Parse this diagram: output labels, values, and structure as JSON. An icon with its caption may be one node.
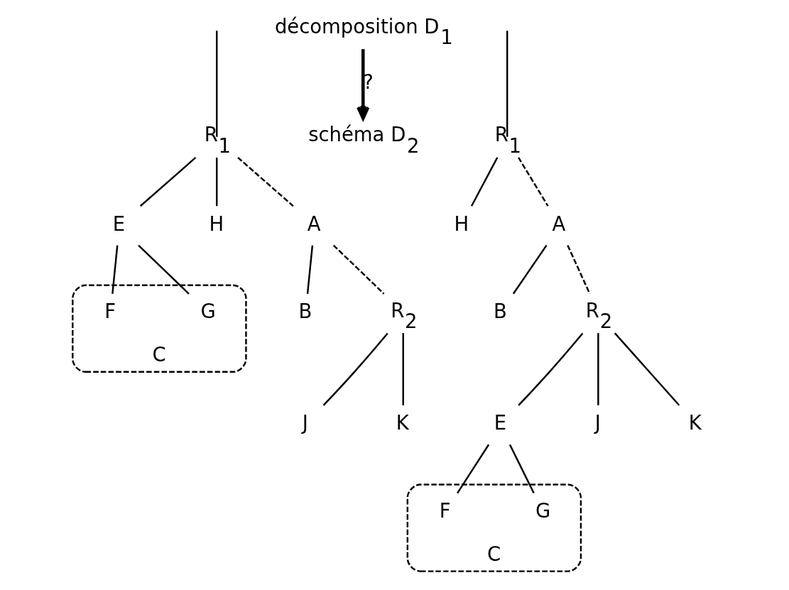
{
  "diagram": {
    "nodes": [
      {
        "text": [
          "R$_{1}$"
        ]
      },
      {
        "text": [
          "E"
        ]
      },
      {
        "text": [
          "H"
        ]
      },
      {
        "text": [
          "C"
        ]
      },
      {
        "text": [
          "F"
        ],
        "in": 3
      },
      {
        "text": [
          "G"
        ],
        "in": 3
      },
      {
        "text": [
          "A"
        ]
      },
      {
        "text": [
          "B"
        ]
      },
      {
        "text": [
          "R$_{2}$"
        ]
      },
      {
        "text": [
          "J"
        ]
      },
      {
        "text": [
          "K"
        ]
      },
      {
        "text": [
          "décomposition D$_{1}$"
        ]
      },
      {
        "text": [
          "R$_{1}$"
        ]
      },
      {
        "text": [
          "H"
        ]
      },
      {
        "text": [
          "A"
        ]
      },
      {
        "text": [
          "B"
        ]
      },
      {
        "text": [
          "R$_{2}$"
        ]
      },
      {
        "text": [
          "E"
        ]
      },
      {
        "text": [
          "J"
        ]
      },
      {
        "text": [
          "K"
        ]
      },
      {
        "text": [
          "C"
        ]
      },
      {
        "text": [
          "F"
        ],
        "in": 20
      },
      {
        "text": [
          "G"
        ],
        "in": 20
      },
      {
        "text": [
          "schéma D$_{2}$"
        ]
      }
    ],
    "edges": [
      {
        "from": 0,
        "to": null,
        "arrow": "none"
      },
      {
        "from": 0,
        "to": 2,
        "arrow": "none"
      },
      {
        "from": 0,
        "to": 1,
        "arrow": "none"
      },
      {
        "from": 1,
        "to": 4,
        "arrow": "none"
      },
      {
        "from": 1,
        "to": 5,
        "arrow": "none"
      },
      {
        "from": 0,
        "to": 6,
        "arrow": "none",
        "style": "dashed"
      },
      {
        "from": 6,
        "to": 7,
        "arrow": "none"
      },
      {
        "from": 6,
        "to": 8,
        "arrow": "none",
        "style": "dashed"
      },
      {
        "from": 8,
        "to": 9,
        "arrow": "none"
      },
      {
        "from": 8,
        "to": 10,
        "arrow": "none"
      },
      {
        "from": 12,
        "to": null,
        "arrow": "none"
      },
      {
        "from": 12,
        "to": 13,
        "arrow": "none"
      },
      {
        "from": 12,
        "to": 14,
        "arrow": "none",
        "style": "dashed"
      },
      {
        "from": 14,
        "to": 15,
        "arrow": "none"
      },
      {
        "from": 14,
        "to": 16,
        "arrow": "none",
        "style": "dashed"
      },
      {
        "from": 16,
        "to": 18,
        "arrow": "none"
      },
      {
        "from": 16,
        "to": 19,
        "arrow": "none"
      },
      {
        "from": 16,
        "to": 17,
        "arrow": "none"
      },
      {
        "from": 17,
        "to": 21,
        "arrow": "none"
      },
      {
        "from": 17,
        "to": 22,
        "arrow": "none"
      },
      {
        "from": 11,
        "to": 23,
        "arrow": "to",
        "label": "?",
        "style": "thick"
      }
    ]
  }
}
